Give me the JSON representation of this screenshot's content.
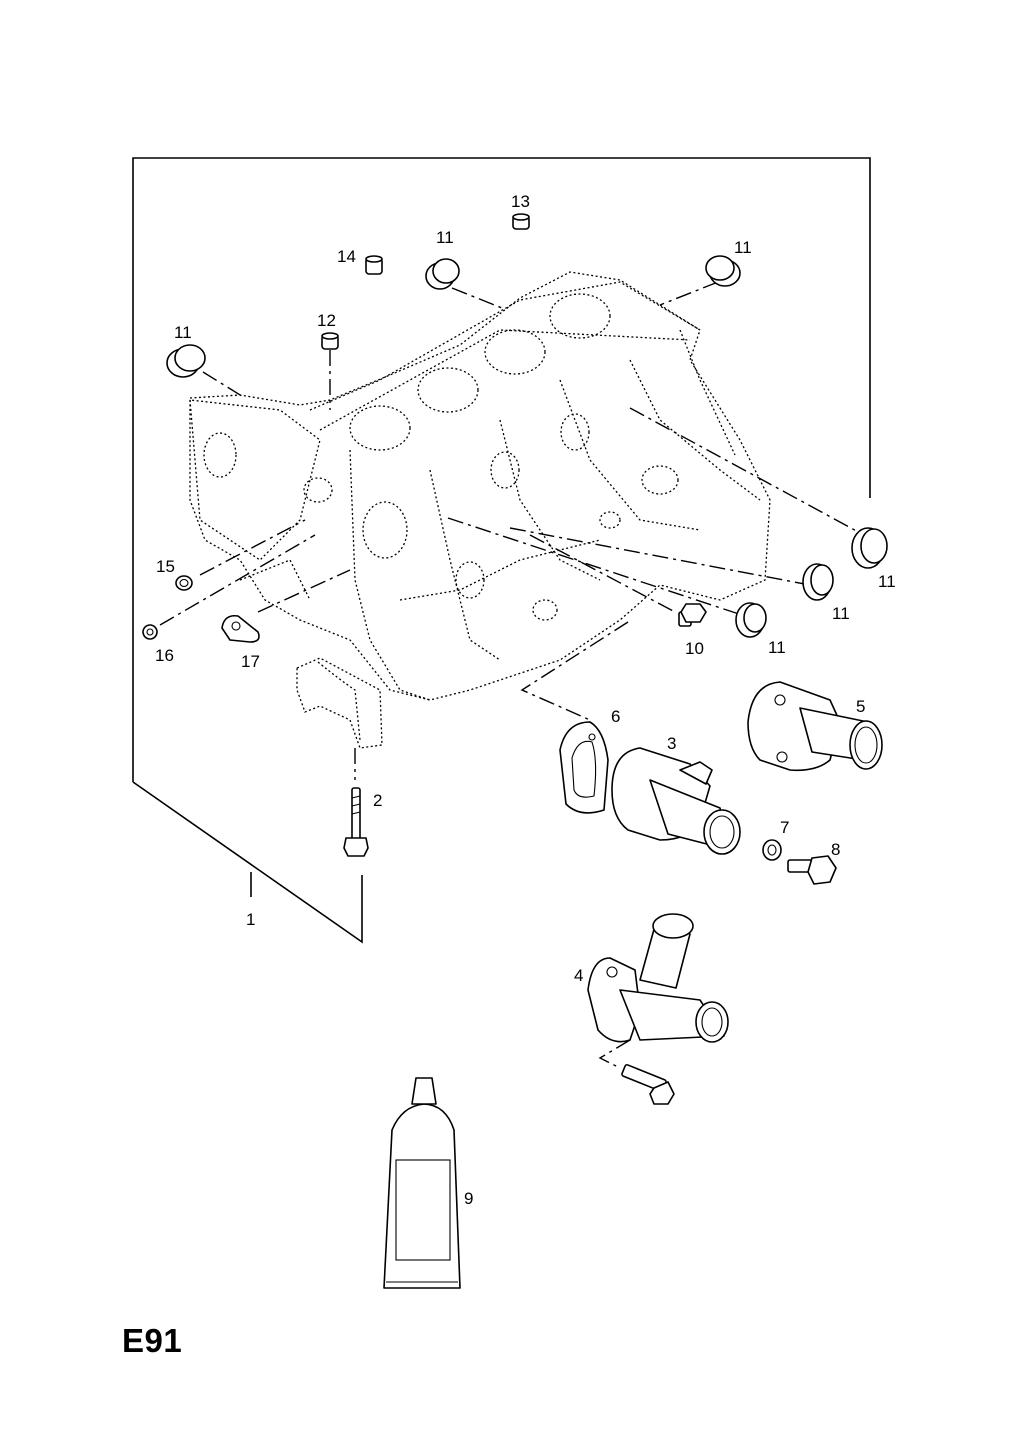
{
  "diagram_code": "E91",
  "callouts": {
    "c1": "1",
    "c2": "2",
    "c3": "3",
    "c4": "4",
    "c5": "5",
    "c6": "6",
    "c7": "7",
    "c8": "8",
    "c9": "9",
    "c10": "10",
    "c11a": "11",
    "c11b": "11",
    "c11c": "11",
    "c11d": "11",
    "c11e": "11",
    "c11f": "11",
    "c12": "12",
    "c13": "13",
    "c14": "14",
    "c15": "15",
    "c16": "16",
    "c17": "17"
  }
}
